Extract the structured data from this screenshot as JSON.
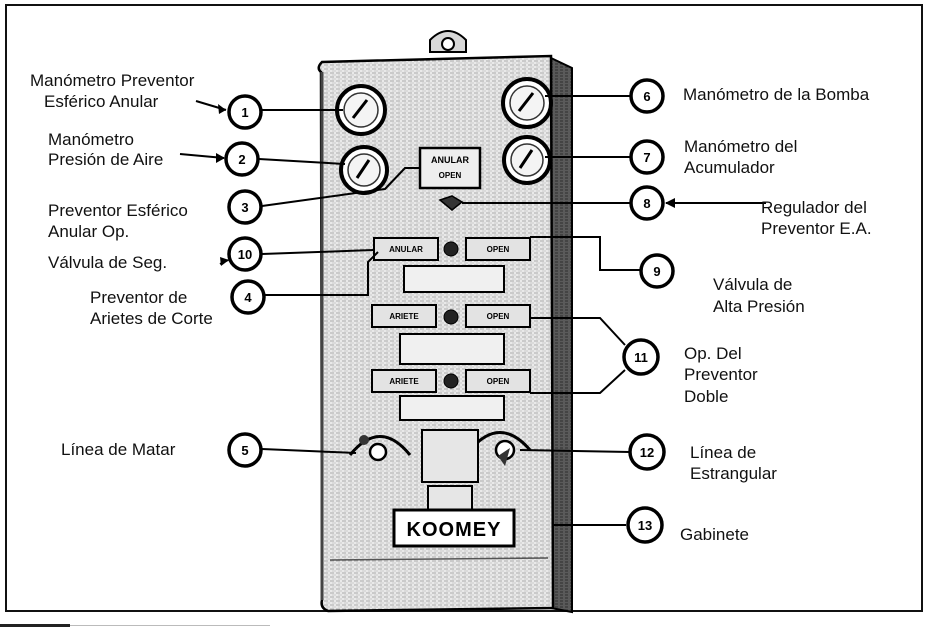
{
  "labels": {
    "l1a": "Manómetro Preventor",
    "l1b": "Esférico Anular",
    "l2a": "Manómetro",
    "l2b": "Presión de Aire",
    "l3a": "Preventor Esférico",
    "l3b": "Anular Op.",
    "l10": "Válvula de Seg.",
    "l4a": "Preventor de",
    "l4b": "Arietes de Corte",
    "l5": "Línea de Matar",
    "l6": "Manómetro de la Bomba",
    "l7a": "Manómetro del",
    "l7b": "Acumulador",
    "l8a": "Regulador del",
    "l8b": "Preventor E.A.",
    "l9a": "Válvula de",
    "l9b": "Alta Presión",
    "l11a": "Op. Del",
    "l11b": "Preventor",
    "l11c": "Doble",
    "l12a": "Línea de",
    "l12b": "Estrangular",
    "l13": "Gabinete"
  },
  "callouts": [
    "1",
    "2",
    "3",
    "10",
    "4",
    "5",
    "6",
    "7",
    "8",
    "9",
    "11",
    "12",
    "13"
  ],
  "cabinet": {
    "nameplate": "KOOMEY",
    "plate_top": "ANULAR",
    "plate_top2": "OPEN",
    "row1_left": "ANULAR",
    "row1_right": "OPEN",
    "row2_left": "ARIETE",
    "row2_right": "OPEN",
    "row3_left": "ARIETE",
    "row3_right": "OPEN"
  }
}
